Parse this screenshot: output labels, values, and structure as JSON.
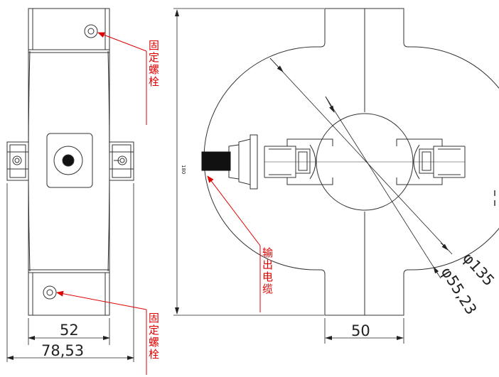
{
  "labels": {
    "fixing_bolt_top": "固定螺栓",
    "fixing_bolt_bottom": "固定螺栓",
    "output_cable": "输出电缆"
  },
  "dimensions": {
    "inner_width": "52",
    "outer_width": "78,53",
    "base_width": "50",
    "height": "180",
    "diameter_outer": "φ135",
    "diameter_inner": "φ55,23"
  },
  "colors": {
    "annotation": "#e00000",
    "line": "#333333"
  }
}
